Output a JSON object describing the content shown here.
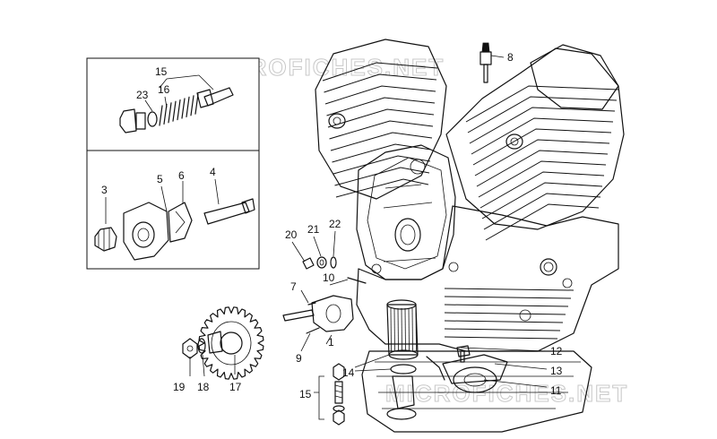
{
  "watermarks": [
    "MICROFICHES.NET",
    "MICROFICHES.NET"
  ],
  "callouts": {
    "c1": "1",
    "c3": "3",
    "c4": "4",
    "c5": "5",
    "c6": "6",
    "c7": "7",
    "c8": "8",
    "c9": "9",
    "c10": "10",
    "c11": "11",
    "c12": "12",
    "c13": "13",
    "c14": "14",
    "c15a": "15",
    "c15b": "15",
    "c16": "16",
    "c17": "17",
    "c18": "18",
    "c19": "19",
    "c20": "20",
    "c21": "21",
    "c22": "22",
    "c23": "23"
  }
}
